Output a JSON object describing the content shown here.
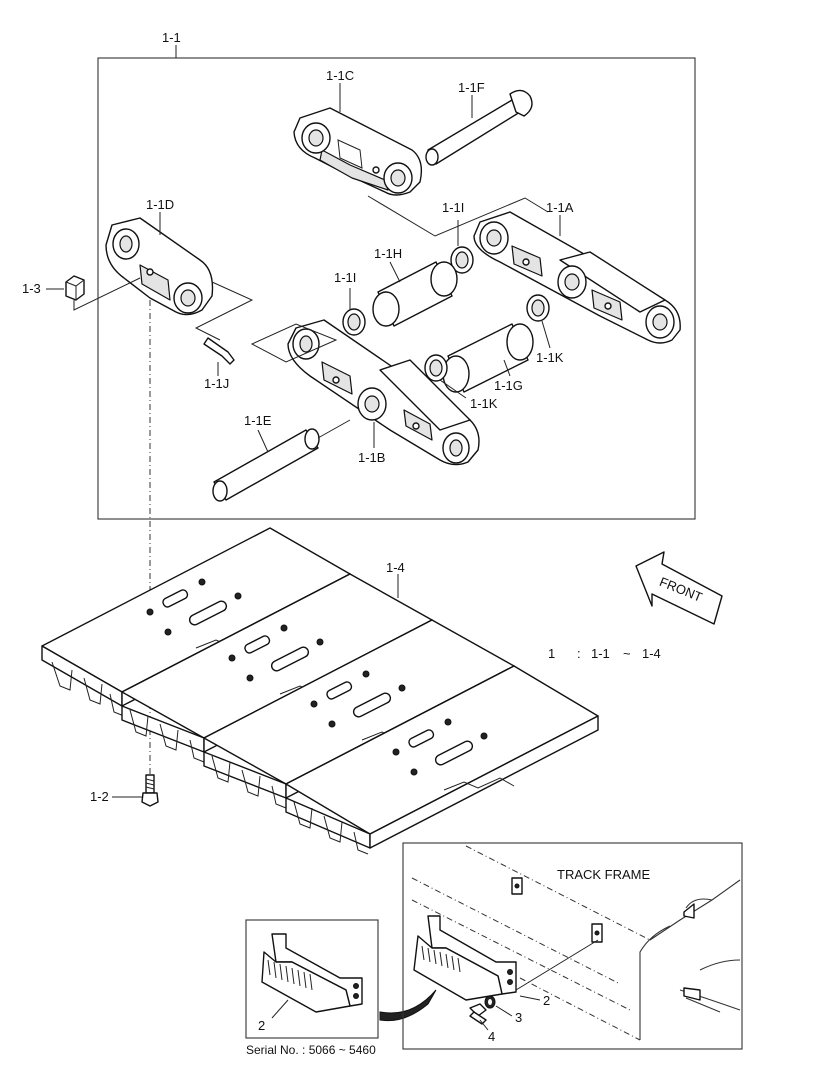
{
  "labels": {
    "l_1_1": "1-1",
    "l_1_1C": "1-1C",
    "l_1_1F": "1-1F",
    "l_1_1D": "1-1D",
    "l_1_1I_top": "1-1I",
    "l_1_1A": "1-1A",
    "l_1_1H": "1-1H",
    "l_1_1I_left": "1-1I",
    "l_1_3": "1-3",
    "l_1_1K_right": "1-1K",
    "l_1_1G": "1-1G",
    "l_1_1K_mid": "1-1K",
    "l_1_1J": "1-1J",
    "l_1_1E": "1-1E",
    "l_1_1B": "1-1B",
    "l_1_4": "1-4",
    "l_1_2": "1-2",
    "front": "FRONT",
    "equation": {
      "left": "1",
      "colon": ":",
      "from": "1-1",
      "tilde": "~",
      "to": "1-4"
    },
    "track_frame": "TRACK FRAME",
    "inset_2": "2",
    "serial": "Serial No. : 5066 ~ 5460",
    "frame_2": "2",
    "frame_3": "3",
    "frame_4": "4"
  }
}
